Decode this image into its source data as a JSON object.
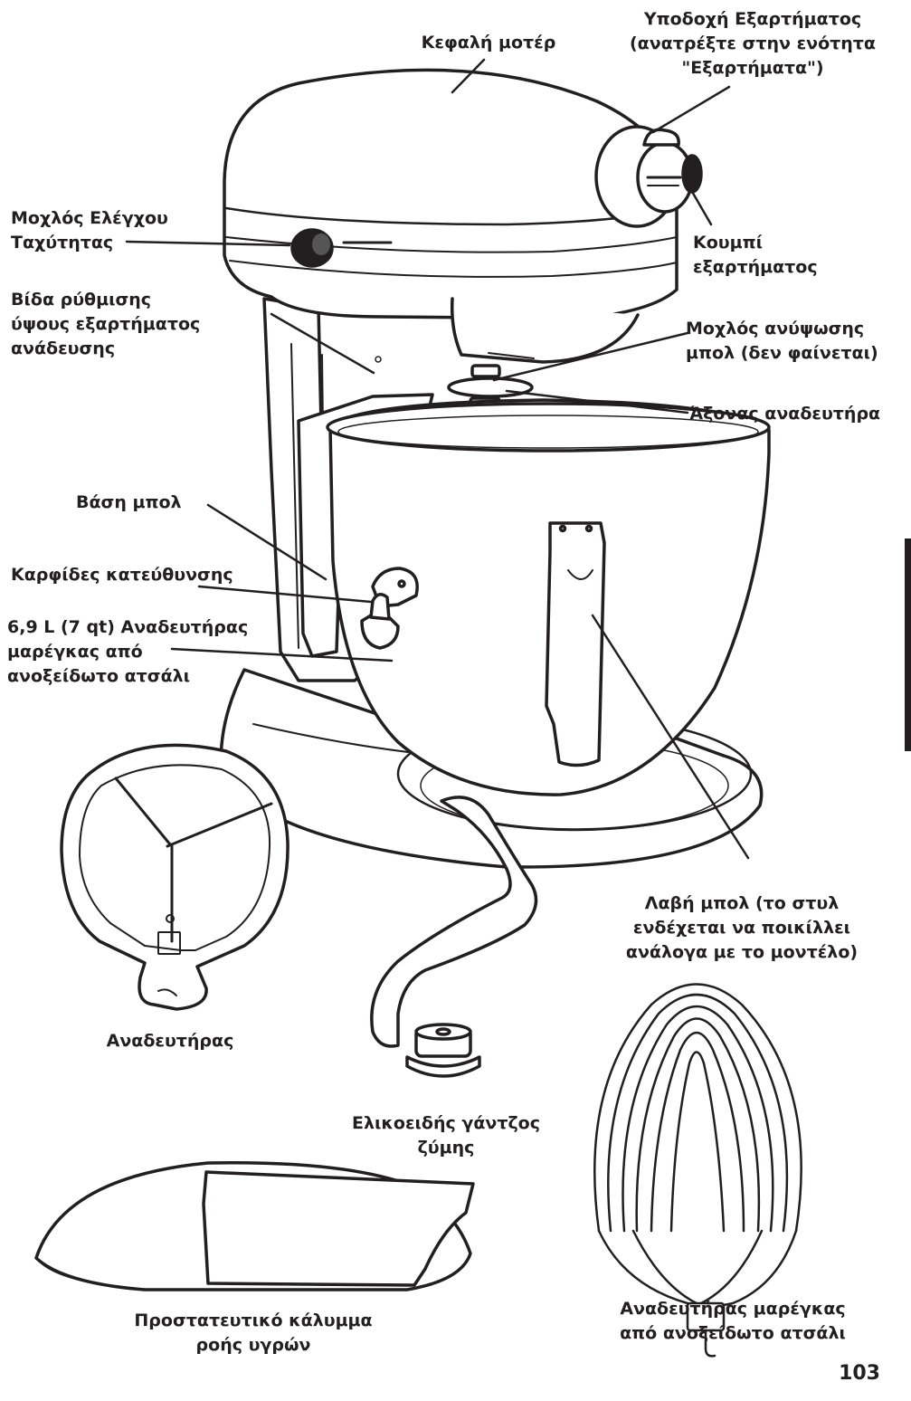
{
  "labels": {
    "motor_head": "Κεφαλή μοτέρ",
    "attachment_hub": "Υποδοχή Εξαρτήματος\n(ανατρέξτε στην ενότητα\n\"Εξαρτήματα\")",
    "attachment_knob": "Κουμπί\nεξαρτήματος",
    "speed_control": "Μοχλός Ελέγχου\nΤαχύτητας",
    "beater_height_screw": "Βίδα ρύθμισης\nύψους εξαρτήματος\nανάδευσης",
    "bowl_lift_lever": "Μοχλός ανύψωσης\nμπολ (δεν φαίνεται)",
    "beater_shaft": "Άξονας αναδευτήρα",
    "bowl_support": "Βάση μπολ",
    "locating_pins": "Καρφίδες κατεύθυνσης",
    "bowl": "6,9 L (7 qt) Αναδευτήρας\nμαρέγκας από\nανοξείδωτο ατσάλι",
    "bowl_handle": "Λαβή μπολ (το στυλ\nενδέχεται να ποικίλλει\nανάλογα με το μοντέλο)",
    "flat_beater": "Αναδευτήρας",
    "dough_hook": "Ελικοειδής γάντζος\nζύμης",
    "wire_whip": "Αναδευτήρας μαρέγκας\nαπό ανοξείδωτο ατσάλι",
    "pouring_shield": "Προστατευτικό κάλυμμα\nροής υγρών"
  },
  "page_number": "103",
  "colors": {
    "ink": "#231f20",
    "tab": "#231f20",
    "background": "#ffffff"
  }
}
